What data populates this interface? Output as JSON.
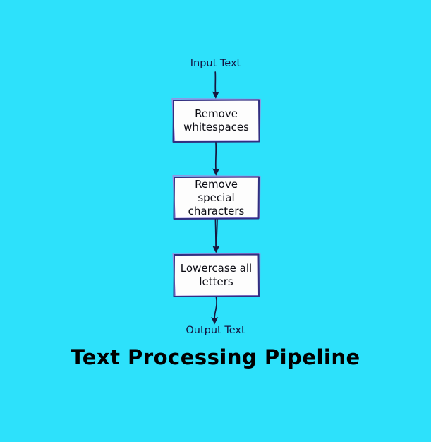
{
  "diagram": {
    "title": "Text Processing Pipeline",
    "input_label": "Input Text",
    "output_label": "Output Text",
    "nodes": [
      {
        "label": "Remove whitespaces"
      },
      {
        "label": "Remove special characters"
      },
      {
        "label": "Lowercase all letters"
      }
    ],
    "colors": {
      "background": "#2de1fb",
      "box_fill": "#fdfdfd",
      "box_border_dark": "#322f80",
      "box_border_light": "#9d8ce2",
      "arrow": "#17173f",
      "node_text": "#0c0c14",
      "label_text": "#131340",
      "title_color": "#000000"
    }
  }
}
